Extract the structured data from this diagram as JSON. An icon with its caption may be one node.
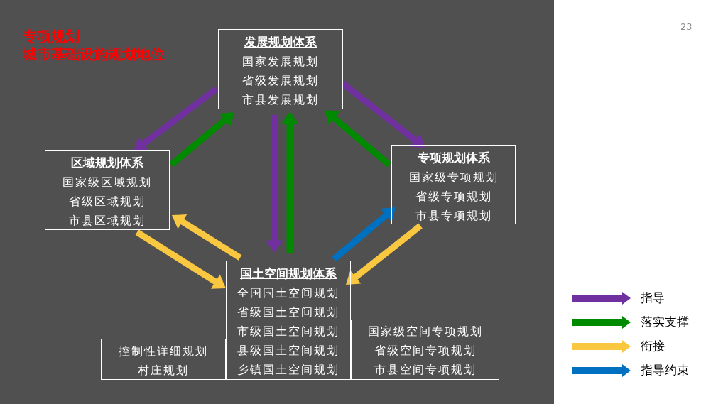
{
  "diagram": {
    "title": "专项规划",
    "nodes": [
      {
        "text": [
          "发展规划体系",
          "国家发展规划",
          "省级发展规划",
          "市县发展规划"
        ]
      },
      {
        "text": [
          "区域规划体系",
          "国家级区域规划",
          "省级区域规划",
          "市县区域规划"
        ]
      },
      {
        "text": [
          "专项规划体系",
          "国家级专项规划",
          "省级专项规划",
          "市县专项规划"
        ]
      },
      {
        "text": [
          "国土空间规划体系",
          "全国国土空间规划",
          "省级国土空间规划",
          "市级国土空间规划",
          "县级国土空间规划",
          "乡镇国土空间规划"
        ]
      },
      {
        "text": [
          "控制性详细规划",
          "村庄规划"
        ]
      },
      {
        "text": [
          "国家级空间专项规划",
          "省级空间专项规划",
          "市县空间专项规划"
        ]
      }
    ],
    "edges": [
      {
        "from": 0,
        "to": 1,
        "arrow": "to",
        "color": "#7030a0"
      },
      {
        "from": 1,
        "to": 0,
        "arrow": "to",
        "color": "#008a00"
      },
      {
        "from": 0,
        "to": 2,
        "arrow": "to",
        "color": "#7030a0"
      },
      {
        "from": 2,
        "to": 0,
        "arrow": "to",
        "color": "#008a00"
      },
      {
        "from": 0,
        "to": 3,
        "arrow": "to",
        "color": "#7030a0"
      },
      {
        "from": 3,
        "to": 0,
        "arrow": "to",
        "color": "#008a00"
      },
      {
        "from": 3,
        "to": 1,
        "arrow": "to",
        "color": "#f9c740"
      },
      {
        "from": 1,
        "to": 3,
        "arrow": "to",
        "color": "#f9c740"
      },
      {
        "from": 2,
        "to": 3,
        "arrow": "to",
        "color": "#f9c740"
      },
      {
        "from": 3,
        "to": 2,
        "arrow": "to",
        "color": "#0070c0"
      }
    ],
    "labels": [
      "城市基础设施规划地位",
      "23"
    ],
    "legend": [
      {
        "text": "指导",
        "color": "#7030a0"
      },
      {
        "text": "落实支撑",
        "color": "#008a00"
      },
      {
        "text": "衔接",
        "color": "#f9c740"
      },
      {
        "text": "指导约束",
        "color": "#0070c0"
      }
    ]
  }
}
